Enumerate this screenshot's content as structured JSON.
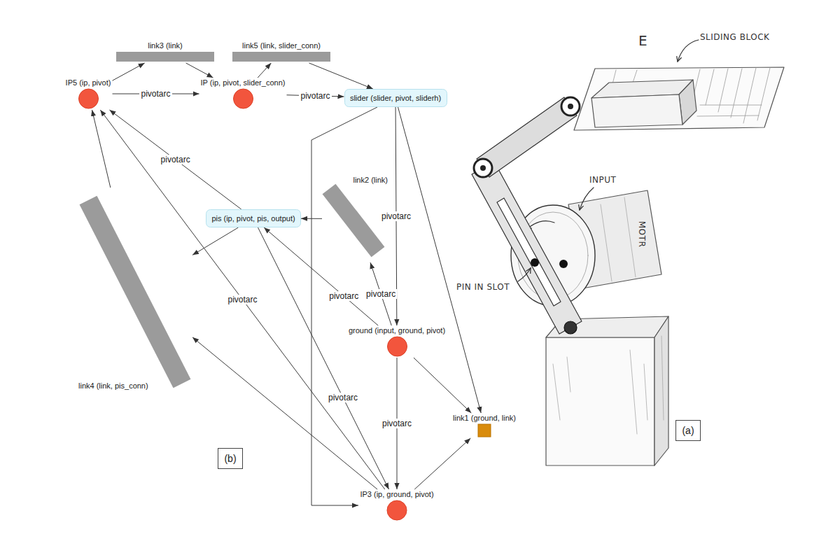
{
  "diagram": {
    "nodes": [
      {
        "text": [
          "link3 (link)"
        ]
      },
      {
        "text": [
          "link5 (link, slider_conn)"
        ]
      },
      {
        "text": [
          "IP5 (ip, pivot)"
        ]
      },
      {
        "text": [
          "IP (ip, pivot, slider_conn)"
        ]
      },
      {
        "text": [
          "slider (slider, pivot, sliderh)"
        ]
      },
      {
        "text": [
          "pis (ip, pivot, pis, output)"
        ]
      },
      {
        "text": [
          "link2 (link)"
        ]
      },
      {
        "text": [
          "link4 (link, pis_conn)"
        ]
      },
      {
        "text": [
          "ground (input, ground, pivot)"
        ]
      },
      {
        "text": [
          "link1 (ground, link)"
        ]
      },
      {
        "text": [
          "IP3 (ip, ground, pivot)"
        ]
      },
      {
        "text": [
          "(b)"
        ]
      },
      {
        "text": [
          "(a)"
        ]
      }
    ],
    "edges": [
      {
        "from": 2,
        "to": 0,
        "arrow": "to"
      },
      {
        "from": 0,
        "to": 3,
        "arrow": "to"
      },
      {
        "from": 3,
        "to": 1,
        "arrow": "to"
      },
      {
        "from": 1,
        "to": 4,
        "arrow": "to"
      },
      {
        "from": 2,
        "to": 3,
        "label": "pivotarc",
        "arrow": "to"
      },
      {
        "from": 3,
        "to": 4,
        "label": "pivotarc",
        "arrow": "to"
      },
      {
        "from": 4,
        "to": 8,
        "label": "pivotarc",
        "arrow": "to"
      },
      {
        "from": 4,
        "to": 10,
        "arrow": "to"
      },
      {
        "from": 4,
        "to": 9,
        "arrow": "to"
      },
      {
        "from": 6,
        "to": 5,
        "arrow": "to"
      },
      {
        "from": 5,
        "to": 2,
        "label": "pivotarc",
        "arrow": "to"
      },
      {
        "from": 5,
        "to": 7,
        "arrow": "to"
      },
      {
        "from": 8,
        "to": 5,
        "label": "pivotarc",
        "arrow": "to"
      },
      {
        "from": 8,
        "to": 6,
        "label": "pivotarc",
        "arrow": "to"
      },
      {
        "from": 8,
        "to": 10,
        "label": "pivotarc",
        "arrow": "to"
      },
      {
        "from": 8,
        "to": 9,
        "arrow": "to"
      },
      {
        "from": 10,
        "to": 9,
        "arrow": "to"
      },
      {
        "from": 10,
        "to": 2,
        "label": "pivotarc",
        "arrow": "to"
      },
      {
        "from": 10,
        "to": 7,
        "arrow": "to"
      },
      {
        "from": 5,
        "to": 10,
        "label": "pivotarc",
        "arrow": "to"
      },
      {
        "from": 7,
        "to": 2,
        "arrow": "to"
      }
    ],
    "labels": [
      "E",
      "SLIDING BLOCK",
      "INPUT",
      "MOTR",
      "PIN IN SLOT"
    ]
  }
}
